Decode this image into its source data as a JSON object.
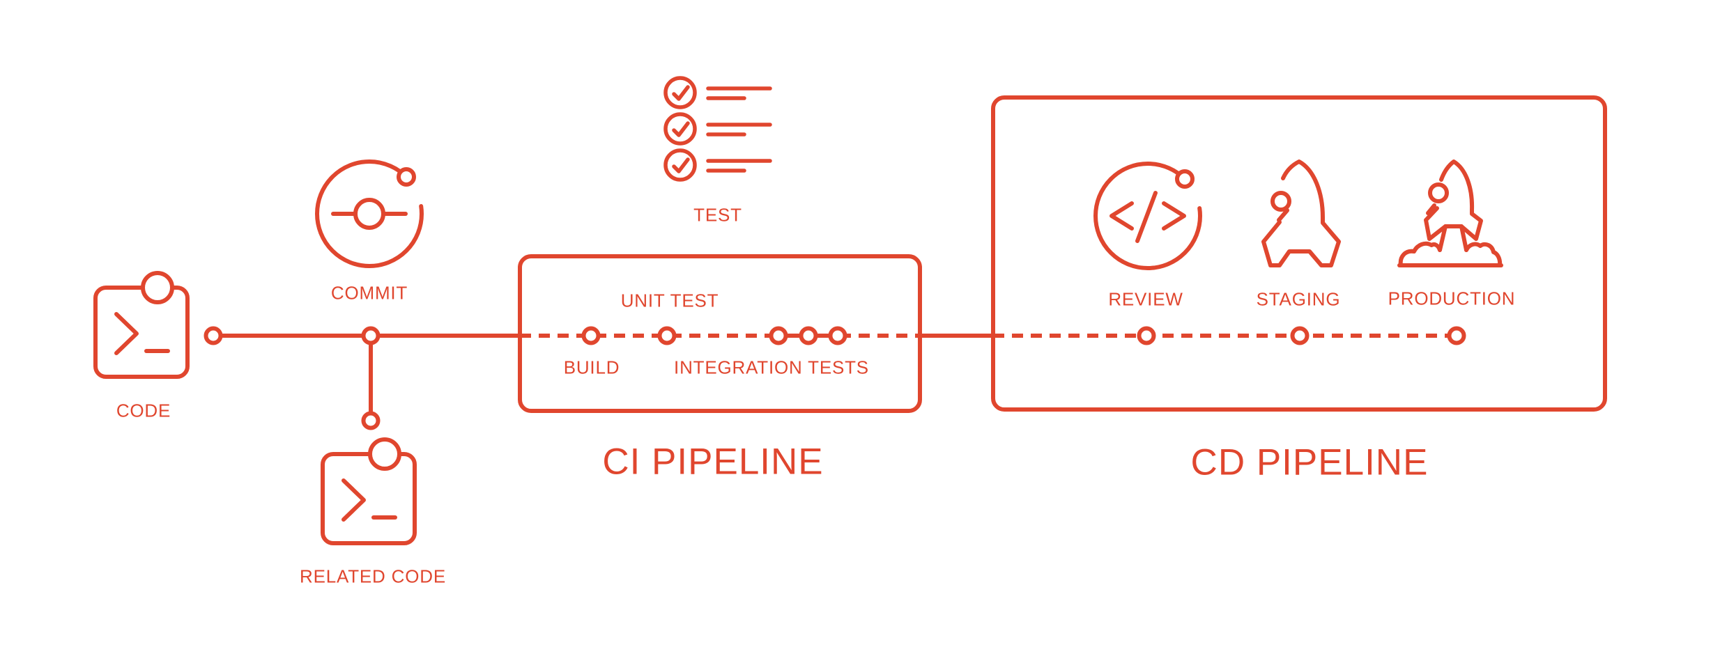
{
  "colors": {
    "accent": "#E0462E",
    "background": "#FFFFFF"
  },
  "titles": {
    "ci": "CI PIPELINE",
    "cd": "CD PIPELINE"
  },
  "labels": {
    "code": "CODE",
    "commit": "COMMIT",
    "related_code": "RELATED CODE",
    "test": "TEST",
    "build": "BUILD",
    "unit_test": "UNIT TEST",
    "integration_tests": "INTEGRATION TESTS",
    "review": "REVIEW",
    "staging": "STAGING",
    "production": "PRODUCTION"
  },
  "icons": {
    "code": "terminal-window-icon",
    "commit": "git-commit-orbit-icon",
    "related_code": "terminal-window-icon",
    "test": "checklist-icon",
    "review": "code-review-orbit-icon",
    "staging": "rocket-icon",
    "production": "rocket-launch-icon"
  }
}
